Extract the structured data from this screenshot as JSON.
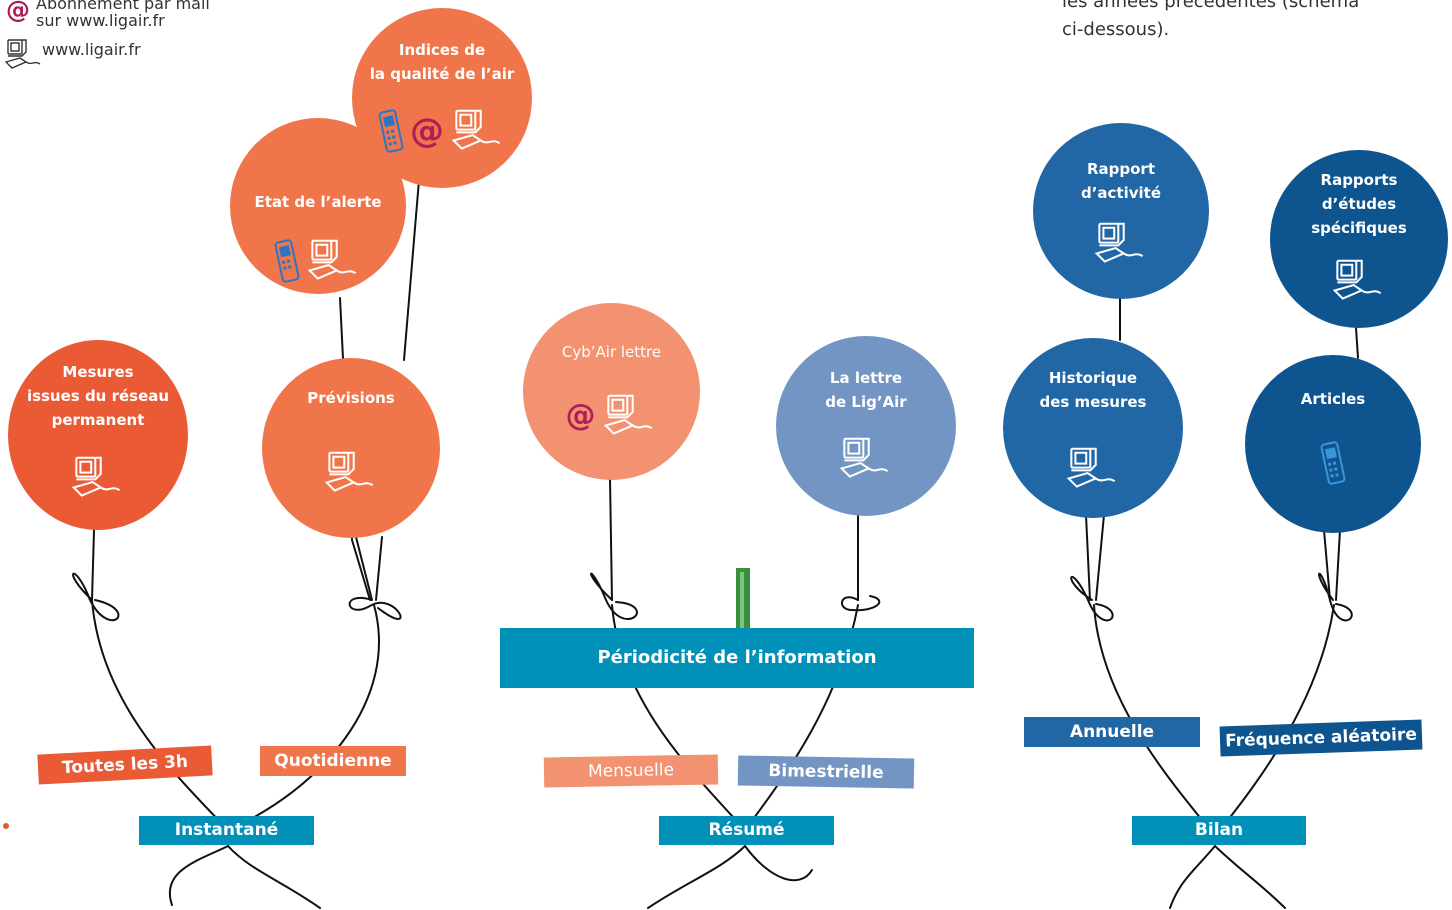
{
  "legend": {
    "mail_line1": "Abonnement par mail",
    "mail_line2": "sur www.ligair.fr",
    "web": "www.ligair.fr"
  },
  "note": {
    "line1": "les années précédentes (schéma",
    "line2": "ci-dessous)."
  },
  "header": "Périodicité de l’information",
  "balloons": {
    "indices": "Indices de\nla qualité de l’air",
    "alerte": "Etat de l’alerte",
    "mesures": "Mesures\nissues du réseau\npermanent",
    "previsions": "Prévisions",
    "cybair": "Cyb’Air lettre",
    "lettre": "La lettre\nde Lig’Air",
    "rapport": "Rapport\nd’activité",
    "rapports_etudes": "Rapports\nd’études\nspécifiques",
    "historique": "Historique\ndes mesures",
    "articles": "Articles"
  },
  "tags": {
    "toutes": "Toutes les 3h",
    "quotidienne": "Quotidienne",
    "mensuelle": "Mensuelle",
    "bimestrielle": "Bimestrielle",
    "annuelle": "Annuelle",
    "aleatoire": "Fréquence aléatoire"
  },
  "bases": {
    "instantane": "Instantané",
    "resume": "Résumé",
    "bilan": "Bilan"
  },
  "colors": {
    "orange_dark": "#ea5a35",
    "orange": "#f0754a",
    "orange_light": "#f39270",
    "blue_light": "#7295c4",
    "blue": "#2167a6",
    "blue_dark": "#0e5590",
    "teal": "#0090b8",
    "at_sign": "#b01e59"
  },
  "icons": [
    "computer-icon",
    "phone-icon",
    "at-sign-icon"
  ]
}
